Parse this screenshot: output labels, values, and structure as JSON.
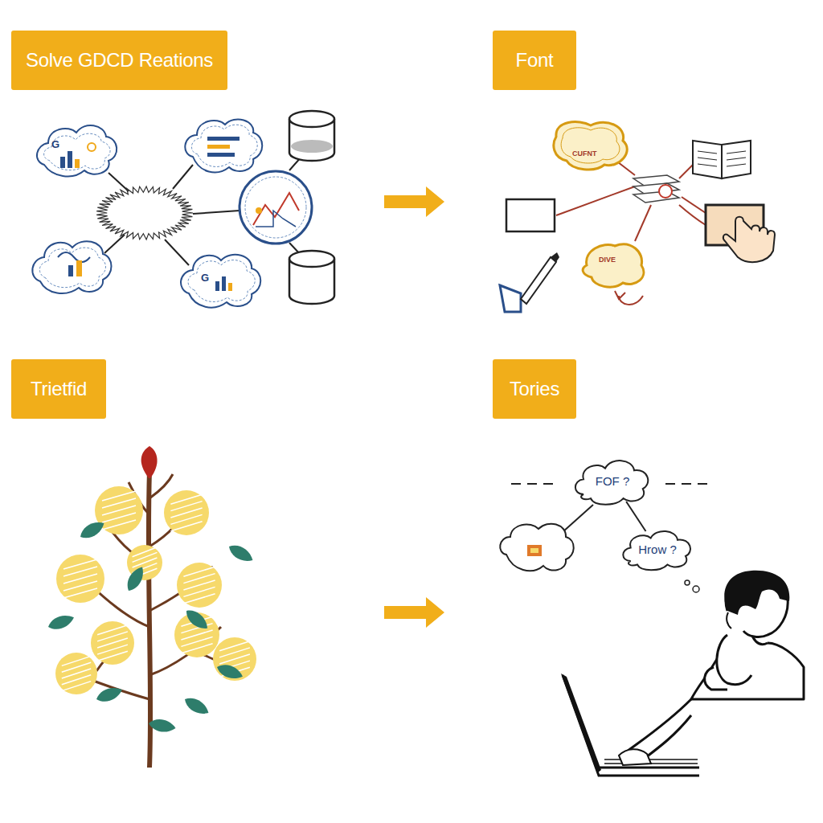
{
  "diagram": {
    "nodes": [
      {
        "text": [
          "Solve GDCD Reations"
        ]
      },
      {
        "text": [
          "Font"
        ]
      },
      {
        "text": [
          "Trietfid"
        ]
      },
      {
        "text": [
          "Tories"
        ]
      },
      {
        "text": [
          "FOF ?"
        ]
      },
      {
        "text": [
          "Hrow ?"
        ]
      }
    ],
    "edges": [
      {
        "from": 4,
        "to": 5,
        "arrow": "none"
      }
    ],
    "labels": [
      "G",
      "G",
      "CUFNT",
      "DIVE"
    ]
  }
}
